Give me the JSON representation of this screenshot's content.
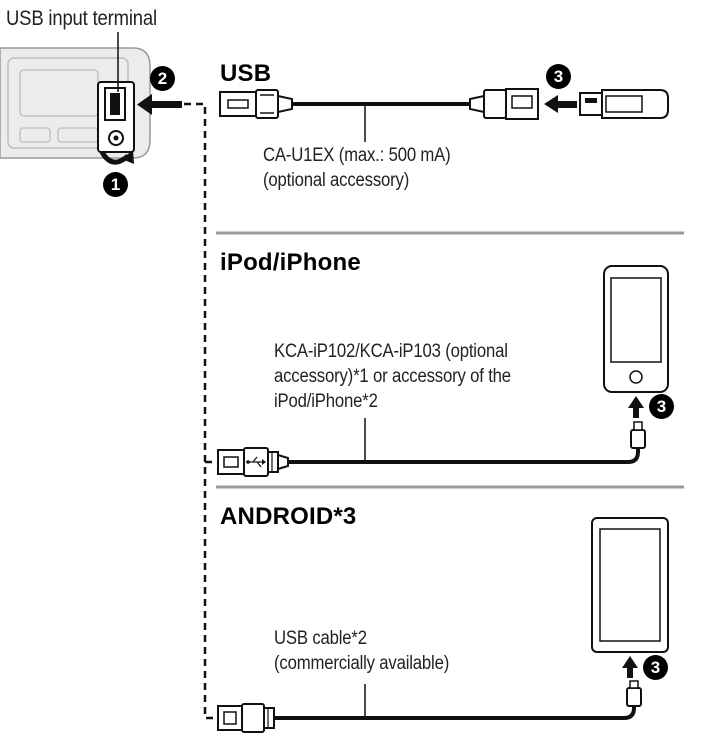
{
  "labels": {
    "usb_terminal": "USB input terminal",
    "usb_cable_name": "CA-U1EX (max.: 500 mA)",
    "usb_cable_note": "(optional accessory)",
    "ipod_line1": "KCA-iP102/KCA-iP103 (optional",
    "ipod_line2": "accessory)*1 or accessory of the",
    "ipod_line3": "iPod/iPhone*2",
    "android_line1": "USB cable*2",
    "android_line2": "(commercially available)"
  },
  "sections": {
    "usb": "USB",
    "ipod": "iPod/iPhone",
    "android": "ANDROID*3"
  },
  "steps": {
    "one": "1",
    "two": "2",
    "three": "3"
  },
  "colors": {
    "line": "#111111",
    "divider": "#9a9a9a",
    "unit_fill": "#ececec"
  }
}
